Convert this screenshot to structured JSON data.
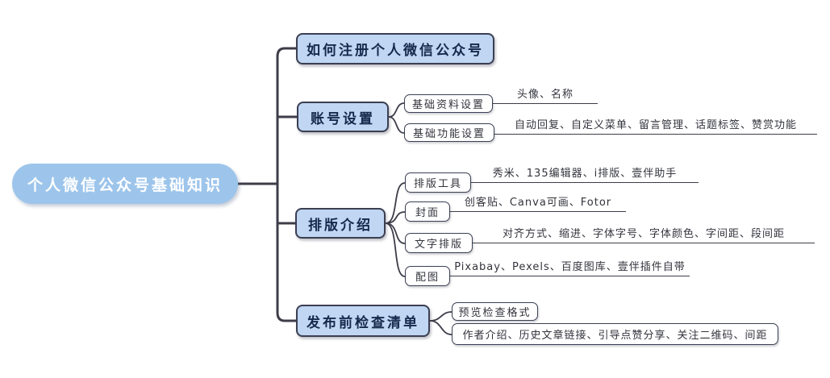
{
  "diagram": {
    "root": {
      "label": "个人微信公众号基础知识"
    },
    "branches": [
      {
        "label": "如何注册个人微信公众号"
      },
      {
        "label": "账号设置",
        "children": [
          {
            "label": "基础资料设置",
            "leaf": "头像、名称"
          },
          {
            "label": "基础功能设置",
            "leaf": "自动回复、自定义菜单、留言管理、话题标签、赞赏功能"
          }
        ]
      },
      {
        "label": "排版介绍",
        "children": [
          {
            "label": "排版工具",
            "leaf": "秀米、135编辑器、i排版、壹伴助手"
          },
          {
            "label": "封面",
            "leaf": "创客贴、Canva可画、Fotor"
          },
          {
            "label": "文字排版",
            "leaf": "对齐方式、缩进、字体字号、字体颜色、字间距、段间距"
          },
          {
            "label": "配图",
            "leaf": "Pixabay、Pexels、百度图库、壹伴插件自带"
          }
        ]
      },
      {
        "label": "发布前检查清单",
        "children": [
          {
            "label": "预览检查格式"
          },
          {
            "label": "作者介绍、历史文章链接、引导点赞分享、关注二维码、间距"
          }
        ]
      }
    ],
    "colors": {
      "root_fill": "#9dc5eb",
      "branch_fill": "#c0d6f2",
      "box_border": "#3b3f52",
      "connector": "#3d3d49",
      "branch_text": "#16294d"
    }
  }
}
